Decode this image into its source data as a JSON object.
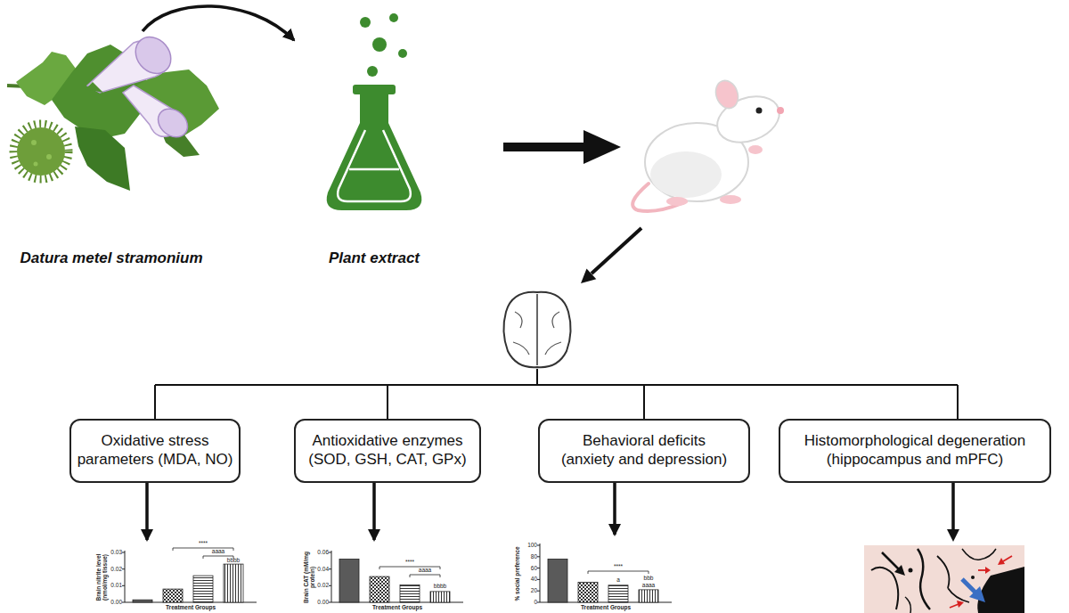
{
  "diagram": {
    "nodes": [
      {
        "text": [
          "Datura metel stramonium"
        ]
      },
      {
        "text": [
          "Plant extract"
        ]
      },
      {
        "text": [
          "Oxidative stress parameters (MDA, NO)"
        ]
      },
      {
        "text": [
          "Antioxidative enzymes (SOD, GSH, CAT, GPx)"
        ]
      },
      {
        "text": [
          "Behavioral deficits (anxiety and depression)"
        ]
      },
      {
        "text": [
          "Histomorphological degeneration (hippocampus and mPFC)"
        ]
      },
      {
        "text": [
          "Brain nitrite level (nmol/mg tissue)",
          "0.03",
          "0.02",
          "0.01",
          "0.00",
          "****",
          "aaaa",
          "bbbb",
          "Treatment Groups"
        ]
      },
      {
        "text": [
          "Brain CAT (mM/mg protein)",
          "0.06",
          "0.04",
          "0.02",
          "0.00",
          "****",
          "aaaa",
          "bbbb",
          "Treatment Groups"
        ]
      },
      {
        "text": [
          "% social preference",
          "100",
          "80",
          "60",
          "40",
          "20",
          "0",
          "****",
          "a",
          "bbb",
          "aaaa",
          "Treatment Groups"
        ]
      }
    ],
    "edges": [
      {
        "from": 0,
        "to": 1,
        "arrow": "to"
      },
      {
        "from": 2,
        "to": 6,
        "arrow": "to"
      },
      {
        "from": 3,
        "to": 7,
        "arrow": "to"
      },
      {
        "from": 4,
        "to": 8,
        "arrow": "to"
      }
    ]
  }
}
